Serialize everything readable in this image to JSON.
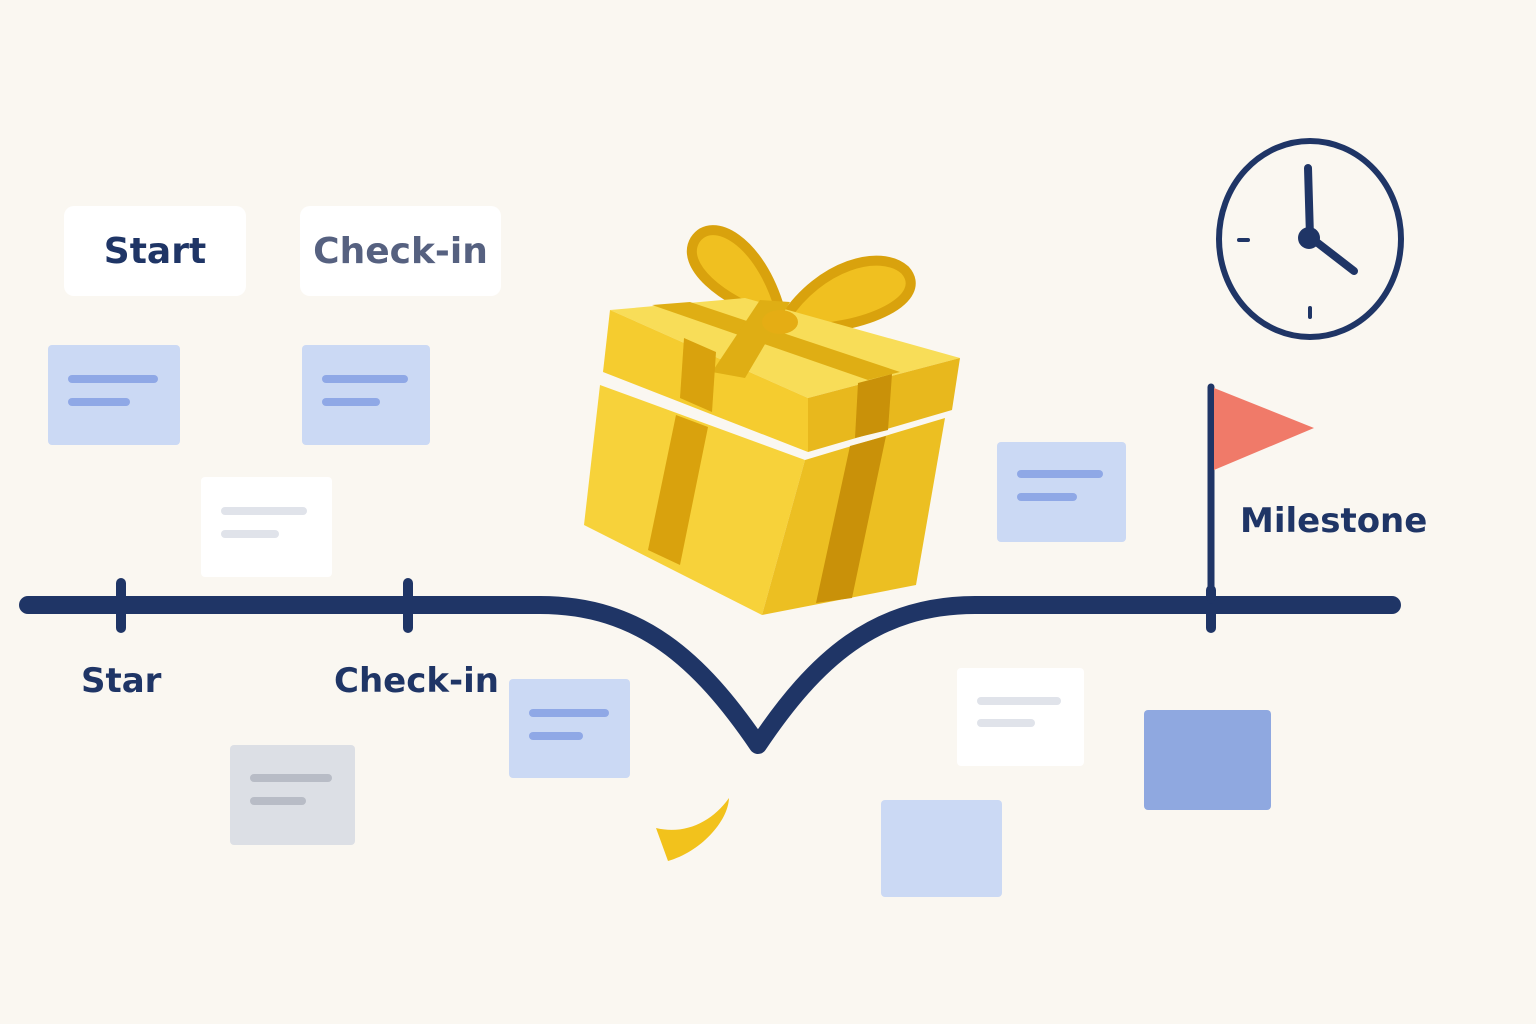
{
  "top_labels": {
    "start": "Start",
    "checkin": "Check-in"
  },
  "timeline": {
    "labels": {
      "star": "Star",
      "checkin": "Check-in",
      "milestone": "Milestone"
    }
  },
  "icons": {
    "gift": "gift-box-icon",
    "clock": "clock-icon",
    "flag": "flag-icon"
  },
  "colors": {
    "background": "#faf7f1",
    "timeline": "#1f3566",
    "card_blue": "#cbd9f4",
    "card_blue_line": "#8fa8e6",
    "card_white": "#ffffff",
    "card_gray": "#dcdfe5",
    "gift_yellow": "#f5cc2f",
    "ribbon": "#d9a20d",
    "flag": "#f07a69",
    "clock": "#1f3566"
  }
}
